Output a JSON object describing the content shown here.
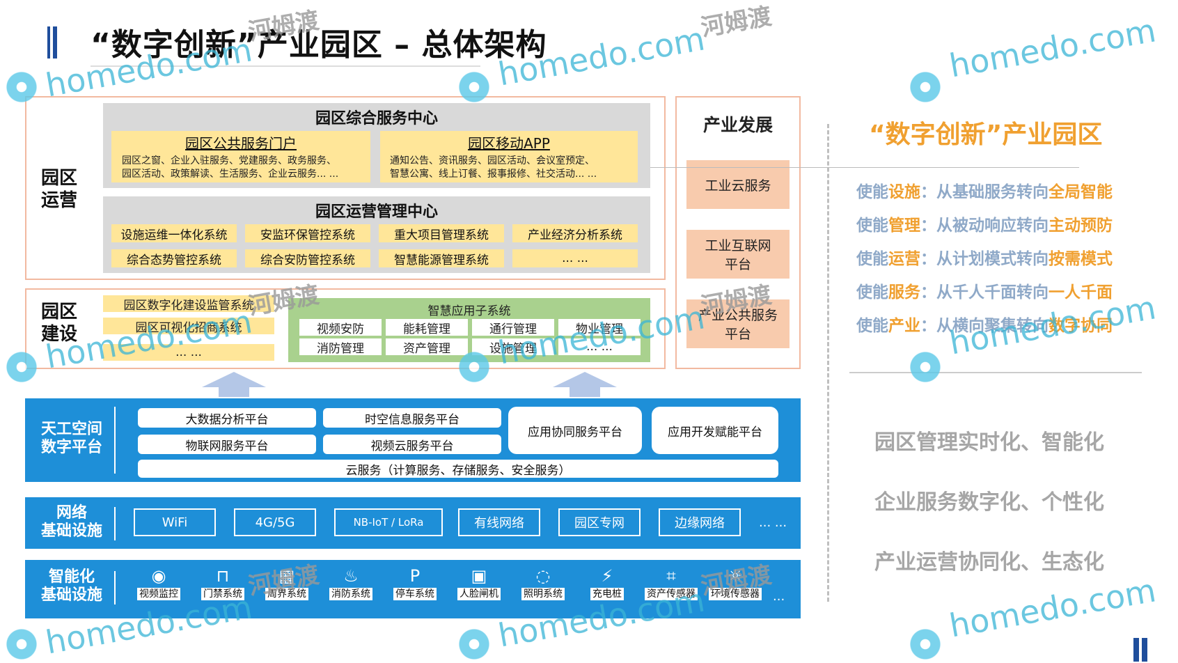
{
  "title": "“数字创新”产业园区 – 总体架构",
  "operation": {
    "label": "园区\n运营",
    "service_center": {
      "title": "园区综合服务中心",
      "portal_title": "园区公共服务门户",
      "portal_text": "园区之窗、企业入驻服务、党建服务、政务服务、\n园区活动、政策解读、生活服务、企业云服务... ...",
      "app_title": "园区移动APP",
      "app_text": "通知公告、资讯服务、园区活动、会议室预定、\n智慧公寓、线上订餐、报事报修、社交活动... ..."
    },
    "mgmt_center": {
      "title": "园区运营管理中心",
      "systems": [
        "设施运维一体化系统",
        "安监环保管控系统",
        "重大项目管理系统",
        "产业经济分析系统",
        "综合态势管控系统",
        "综合安防管控系统",
        "智慧能源管理系统",
        "... ..."
      ]
    }
  },
  "construction": {
    "label": "园区\n建设",
    "left_items": [
      "园区数字化建设监管系统",
      "园区可视化招商系统",
      "... ..."
    ],
    "smart_app": {
      "title": "智慧应用子系统",
      "items": [
        "视频安防",
        "能耗管理",
        "通行管理",
        "物业管理",
        "消防管理",
        "资产管理",
        "设施管理",
        "... ..."
      ]
    }
  },
  "industry": {
    "title": "产业发展",
    "items": [
      "工业云服务",
      "工业互联网\n平台",
      "产业公共服务\n平台"
    ]
  },
  "platform": {
    "label": "天工空间\n数字平台",
    "items": [
      "大数据分析平台",
      "时空信息服务平台",
      "物联网服务平台",
      "视频云服务平台"
    ],
    "big_items": [
      "应用协同服务平台",
      "应用开发赋能平台"
    ],
    "cloud": "云服务（计算服务、存储服务、安全服务）"
  },
  "network": {
    "label": "网络\n基础设施",
    "items": [
      "WiFi",
      "4G/5G",
      "NB-IoT / LoRa",
      "有线网络",
      "园区专网",
      "边缘网络"
    ],
    "more": "... ..."
  },
  "devices": {
    "label": "智能化\n基础设施",
    "items": [
      {
        "icon": "camera-icon",
        "glyph": "◉",
        "label": "视频监控"
      },
      {
        "icon": "gate-icon",
        "glyph": "⊓",
        "label": "门禁系统"
      },
      {
        "icon": "fence-icon",
        "glyph": "▦",
        "label": "周界系统"
      },
      {
        "icon": "fire-icon",
        "glyph": "♨",
        "label": "消防系统"
      },
      {
        "icon": "parking-icon",
        "glyph": "P",
        "label": "停车系统"
      },
      {
        "icon": "face-gate-icon",
        "glyph": "▣",
        "label": "人脸闸机"
      },
      {
        "icon": "bulb-icon",
        "glyph": "◌",
        "label": "照明系统"
      },
      {
        "icon": "charger-icon",
        "glyph": "⚡",
        "label": "充电桩"
      },
      {
        "icon": "sensor-icon",
        "glyph": "⌗",
        "label": "资产传感器"
      },
      {
        "icon": "env-sensor-icon",
        "glyph": "☼",
        "label": "环境传感器"
      }
    ],
    "more": "..."
  },
  "right": {
    "title": "“数字创新”产业园区",
    "lines": [
      {
        "pre": "使能",
        "key": "设施",
        "mid": "：从基础服务转向",
        "end": "全局智能"
      },
      {
        "pre": "使能",
        "key": "管理",
        "mid": "：从被动响应转向",
        "end": "主动预防"
      },
      {
        "pre": "使能",
        "key": "运营",
        "mid": "：从计划模式转向",
        "end": "按需模式"
      },
      {
        "pre": "使能",
        "key": "服务",
        "mid": "：从千人千面转向",
        "end": "一人千面"
      },
      {
        "pre": "使能",
        "key": "产业",
        "mid": "：从横向聚集转向",
        "end": "数字协同"
      }
    ],
    "goals": [
      "园区管理实时化、智能化",
      "企业服务数字化、个性化",
      "产业运营协同化、生态化"
    ]
  },
  "watermark": {
    "brand": "homedo.com",
    "cn": "河姆渡"
  },
  "colors": {
    "blue_band": "#1e8fd8",
    "accent_orange": "#f0a030",
    "yellow": "#ffe699",
    "peach": "#f8cbad",
    "green": "#a9d18e",
    "border_orange": "#f2b9a0"
  }
}
